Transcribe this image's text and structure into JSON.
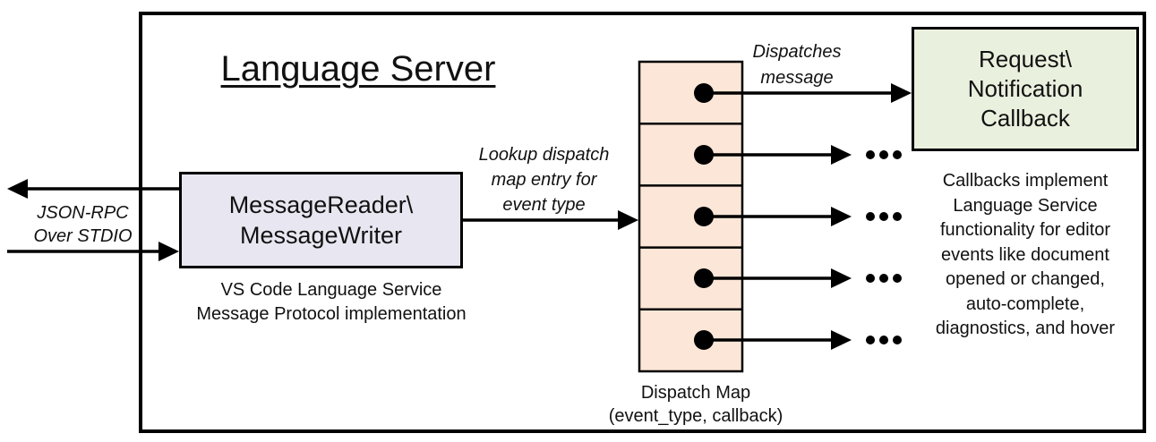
{
  "diagram": {
    "title": "Language Server",
    "nodes": {
      "message_reader": {
        "label": "MessageReader\\\nMessageWriter",
        "caption": "VS Code Language Service\nMessage Protocol implementation",
        "fill": "#e8e6f0"
      },
      "dispatch_map": {
        "label": "Dispatch Map\n(event_type, callback)",
        "cell_count": 5,
        "fill": "#fce6d7"
      },
      "callback": {
        "label": "Request\\\nNotification\nCallback",
        "caption": "Callbacks implement\nLanguage Service\nfunctionality for editor\nevents like document\nopened or changed,\nauto-complete,\ndiagnostics, and hover",
        "fill": "#e9f0de"
      }
    },
    "edges": {
      "stdio_label": "JSON-RPC\nOver STDIO",
      "lookup_label": "Lookup dispatch\nmap entry for\nevent type",
      "dispatch_label": "Dispatches\nmessage"
    },
    "colors": {
      "stroke": "#000000",
      "background": "#ffffff"
    }
  }
}
